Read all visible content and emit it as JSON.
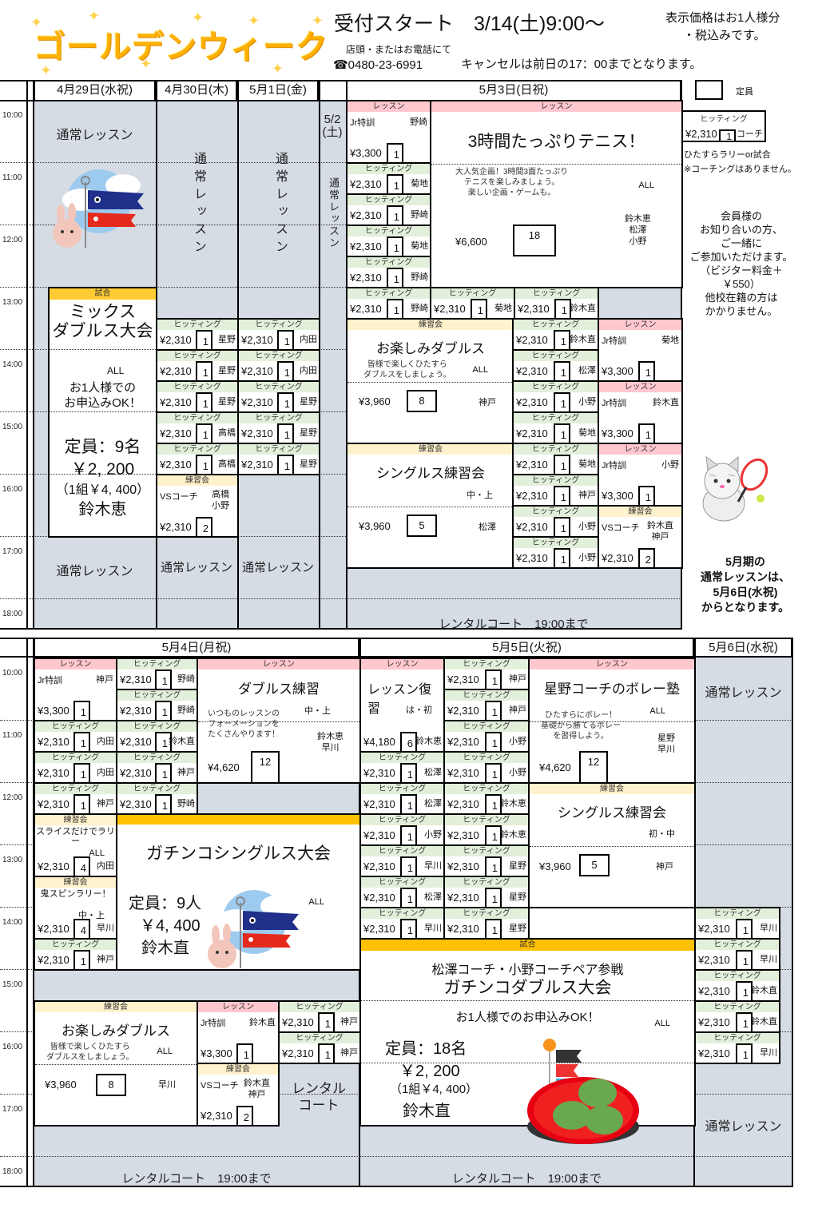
{
  "header": {
    "title": "ゴールデンウィーク",
    "reception": "受付スタート　3/14(土)9:00～",
    "via": "店頭・またはお電話にて",
    "phone": "☎0480-23-6991",
    "price_note_1": "表示価格はお1人様分",
    "price_note_2": "・税込みです。",
    "cancel_note": "キャンセルは前日の17：00までとなります。"
  },
  "legend": {
    "capacity": "定員",
    "hitting_label": "ヒッティング",
    "price": "¥2,310",
    "count": "1",
    "coach": "コーチ",
    "note1": "ひたすらラリーor試合",
    "note2": "※コーチングはありません。"
  },
  "notes": {
    "guest": "会員様の\nお知り合いの方、\nご一緒に\nご参加いただけます。\n（ビジター料金＋\n￥550）\n他校在籍の方は\nかかりません。",
    "may": "5月期の\n通常レッスンは、\n5月6日(水祝)\nからとなります。"
  },
  "times": [
    "10:00",
    "11:00",
    "12:00",
    "13:00",
    "14:00",
    "15:00",
    "16:00",
    "17:00",
    "18:00"
  ],
  "colors": {
    "gray": "#d6dce4",
    "hitting": "#e2efda",
    "lesson": "#ffc7ce",
    "practice": "#fff2cc",
    "tournament": "#ffc000"
  },
  "week1": {
    "days": [
      "4月29日(水祝)",
      "4月30日(木)",
      "5月1日(金)",
      "5月3日(日祝)"
    ],
    "day_5_2": "5/2\n(土)",
    "regular": "通常レッスン",
    "rental": "レンタルコート　19:00まで",
    "blocks": [
      {
        "t": "tA",
        "label": "試合",
        "title": "ミックス\nダブルス大会",
        "level": "ALL",
        "note": "お1人様での\nお申込みOK！",
        "capacity": "定員：9名",
        "price": "￥2, 200",
        "pair": "（1組￥4, 400）",
        "coach": "鈴木恵"
      },
      {
        "t": "hit",
        "label": "ヒッティング",
        "price": "¥2,310",
        "count": "1",
        "coach": "星野"
      },
      {
        "t": "hit",
        "label": "ヒッティング",
        "price": "¥2,310",
        "count": "1",
        "coach": "星野"
      },
      {
        "t": "hit",
        "label": "ヒッティング",
        "price": "¥2,310",
        "count": "1",
        "coach": "星野"
      },
      {
        "t": "hit",
        "label": "ヒッティング",
        "price": "¥2,310",
        "count": "1",
        "coach": "高橋"
      },
      {
        "t": "hit",
        "label": "ヒッティング",
        "price": "¥2,310",
        "count": "1",
        "coach": "高橋"
      },
      {
        "t": "hit",
        "label": "ヒッティング",
        "price": "¥2,310",
        "count": "1",
        "coach": "内田"
      },
      {
        "t": "hit",
        "label": "ヒッティング",
        "price": "¥2,310",
        "count": "1",
        "coach": "内田"
      },
      {
        "t": "hit",
        "label": "ヒッティング",
        "price": "¥2,310",
        "count": "1",
        "coach": "星野"
      },
      {
        "t": "hit",
        "label": "ヒッティング",
        "price": "¥2,310",
        "count": "1",
        "coach": "星野"
      },
      {
        "t": "hit",
        "label": "ヒッティング",
        "price": "¥2,310",
        "count": "1",
        "coach": "星野"
      },
      {
        "t": "vs",
        "label": "練習会",
        "title": "VSコーチ",
        "coaches": "高橋\n小野",
        "price": "¥2,310",
        "count": "2"
      },
      {
        "t": "jr",
        "label": "レッスン",
        "title": "Jr特訓",
        "coach": "野崎",
        "price": "¥3,300",
        "count": "1"
      },
      {
        "t": "hit",
        "label": "ヒッティング",
        "price": "¥2,310",
        "count": "1",
        "coach": "菊地"
      },
      {
        "t": "hit",
        "label": "ヒッティング",
        "price": "¥2,310",
        "count": "1",
        "coach": "野崎"
      },
      {
        "t": "hit",
        "label": "ヒッティング",
        "price": "¥2,310",
        "count": "1",
        "coach": "菊地"
      },
      {
        "t": "hit",
        "label": "ヒッティング",
        "price": "¥2,310",
        "count": "1",
        "coach": "野崎"
      },
      {
        "t": "hit",
        "label": "ヒッティング",
        "price": "¥2,310",
        "count": "1",
        "coach": "野崎"
      },
      {
        "t": "hit",
        "label": "ヒッティング",
        "price": "¥2,310",
        "count": "1",
        "coach": "菊地"
      },
      {
        "t": "hit",
        "label": "ヒッティング",
        "price": "¥2,310",
        "count": "1",
        "coach": "鈴木直"
      },
      {
        "t": "big",
        "label": "レッスン",
        "title": "3時間たっぷりテニス！",
        "desc": "大人気企画！3時間3面たっぷり\nテニスを楽しみましょう。\n楽しい企画・ゲームも。",
        "level": "ALL",
        "coaches": "鈴木恵\n松澤\n小野",
        "price": "¥6,600",
        "capacity": "18"
      },
      {
        "t": "big",
        "label": "練習会",
        "title": "お楽しみダブルス",
        "desc": "皆様で楽しくひたすら\nダブルスをしましょう。",
        "level": "ALL",
        "coaches": "神戸",
        "price": "¥3,960",
        "capacity": "8"
      },
      {
        "t": "big",
        "label": "練習会",
        "title": "シングルス練習会",
        "level": "中・上",
        "coaches": "松澤",
        "price": "¥3,960",
        "capacity": "5"
      },
      {
        "t": "hit",
        "label": "ヒッティング",
        "price": "¥2,310",
        "count": "1",
        "coach": "鈴木直"
      },
      {
        "t": "hit",
        "label": "ヒッティング",
        "price": "¥2,310",
        "count": "1",
        "coach": "松澤"
      },
      {
        "t": "hit",
        "label": "ヒッティング",
        "price": "¥2,310",
        "count": "1",
        "coach": "小野"
      },
      {
        "t": "hit",
        "label": "ヒッティング",
        "price": "¥2,310",
        "count": "1",
        "coach": "菊地"
      },
      {
        "t": "hit",
        "label": "ヒッティング",
        "price": "¥2,310",
        "count": "1",
        "coach": "菊地"
      },
      {
        "t": "hit",
        "label": "ヒッティング",
        "price": "¥2,310",
        "count": "1",
        "coach": "神戸"
      },
      {
        "t": "hit",
        "label": "ヒッティング",
        "price": "¥2,310",
        "count": "1",
        "coach": "小野"
      },
      {
        "t": "hit",
        "label": "ヒッティング",
        "price": "¥2,310",
        "count": "1",
        "coach": "小野"
      },
      {
        "t": "jr",
        "label": "レッスン",
        "title": "Jr特訓",
        "coach": "菊地",
        "price": "¥3,300",
        "count": "1"
      },
      {
        "t": "jr",
        "label": "レッスン",
        "title": "Jr特訓",
        "coach": "鈴木直",
        "price": "¥3,300",
        "count": "1"
      },
      {
        "t": "jr",
        "label": "レッスン",
        "title": "Jr特訓",
        "coach": "小野",
        "price": "¥3,300",
        "count": "1"
      },
      {
        "t": "vs",
        "label": "練習会",
        "title": "VSコーチ",
        "coaches": "鈴木直\n神戸",
        "price": "¥2,310",
        "count": "2"
      }
    ]
  },
  "week2": {
    "days": [
      "5月4日(月祝)",
      "5月5日(火祝)",
      "5月6日(水祝)"
    ],
    "regular": "通常レッスン",
    "rental": "レンタルコート　19:00まで",
    "rental_short": "レンタル\nコート",
    "blocks": [
      {
        "t": "jr",
        "label": "レッスン",
        "title": "Jr特訓",
        "coach": "神戸",
        "price": "¥3,300",
        "count": "1"
      },
      {
        "t": "hit",
        "label": "ヒッティング",
        "price": "¥2,310",
        "count": "1",
        "coach": "内田"
      },
      {
        "t": "hit",
        "label": "ヒッティング",
        "price": "¥2,310",
        "count": "1",
        "coach": "内田"
      },
      {
        "t": "hit",
        "label": "ヒッティング",
        "price": "¥2,310",
        "count": "1",
        "coach": "神戸"
      },
      {
        "t": "pr",
        "label": "練習会",
        "desc": "スライスだけでラリー",
        "level": "ALL",
        "price": "¥2,310",
        "count": "4",
        "coach": "内田"
      },
      {
        "t": "pr",
        "label": "練習会",
        "desc": "鬼スピンラリー！",
        "level": "中・上",
        "price": "¥2,310",
        "count": "4",
        "coach": "早川"
      },
      {
        "t": "hit",
        "label": "ヒッティング",
        "price": "¥2,310",
        "count": "1",
        "coach": "神戸"
      },
      {
        "t": "hit",
        "label": "ヒッティング",
        "price": "¥2,310",
        "count": "1",
        "coach": "野崎"
      },
      {
        "t": "hit",
        "label": "ヒッティング",
        "price": "¥2,310",
        "count": "1",
        "coach": "野崎"
      },
      {
        "t": "hit",
        "label": "ヒッティング",
        "price": "¥2,310",
        "count": "1",
        "coach": "鈴木直"
      },
      {
        "t": "hit",
        "label": "ヒッティング",
        "price": "¥2,310",
        "count": "1",
        "coach": "神戸"
      },
      {
        "t": "hit",
        "label": "ヒッティング",
        "price": "¥2,310",
        "count": "1",
        "coach": "野崎"
      },
      {
        "t": "big",
        "label": "レッスン",
        "title": "ダブルス練習",
        "desc": "いつものレッスンの\nフォーメーションを\nたくさんやります！",
        "level": "中・上",
        "coaches": "鈴木恵\n早川",
        "price": "¥4,620",
        "capacity": "12"
      },
      {
        "t": "tB",
        "title": "ガチンコシングルス大会",
        "capacity": "定員：9人",
        "price": "￥4, 400",
        "coach": "鈴木直",
        "level": "ALL"
      },
      {
        "t": "big",
        "label": "練習会",
        "title": "お楽しみダブルス",
        "desc": "皆様で楽しくひたすら\nダブルスをしましょう。",
        "level": "ALL",
        "coaches": "早川",
        "price": "¥3,960",
        "capacity": "8"
      },
      {
        "t": "jr",
        "label": "レッスン",
        "title": "Jr特訓",
        "coach": "鈴木直",
        "price": "¥3,300",
        "count": "1"
      },
      {
        "t": "hit",
        "label": "ヒッティング",
        "price": "¥2,310",
        "count": "1",
        "coach": "神戸"
      },
      {
        "t": "hit",
        "label": "ヒッティング",
        "price": "¥2,310",
        "count": "1",
        "coach": "神戸"
      },
      {
        "t": "vs",
        "label": "練習会",
        "title": "VSコーチ",
        "coaches": "鈴木直\n神戸",
        "price": "¥2,310",
        "count": "2"
      },
      {
        "t": "rev",
        "label": "レッスン",
        "title": "レッスン復習",
        "level": "は・初",
        "price": "¥4,180",
        "count": "6",
        "coach": "鈴木恵"
      },
      {
        "t": "hit",
        "label": "ヒッティング",
        "price": "¥2,310",
        "count": "1",
        "coach": "松澤"
      },
      {
        "t": "hit",
        "label": "ヒッティング",
        "price": "¥2,310",
        "count": "1",
        "coach": "松澤"
      },
      {
        "t": "hit",
        "label": "ヒッティング",
        "price": "¥2,310",
        "count": "1",
        "coach": "小野"
      },
      {
        "t": "hit",
        "label": "ヒッティング",
        "price": "¥2,310",
        "count": "1",
        "coach": "早川"
      },
      {
        "t": "hit",
        "label": "ヒッティング",
        "price": "¥2,310",
        "count": "1",
        "coach": "松澤"
      },
      {
        "t": "hit",
        "label": "ヒッティング",
        "price": "¥2,310",
        "count": "1",
        "coach": "早川"
      },
      {
        "t": "hit",
        "label": "ヒッティング",
        "price": "¥2,310",
        "count": "1",
        "coach": "神戸"
      },
      {
        "t": "hit",
        "label": "ヒッティング",
        "price": "¥2,310",
        "count": "1",
        "coach": "神戸"
      },
      {
        "t": "hit",
        "label": "ヒッティング",
        "price": "¥2,310",
        "count": "1",
        "coach": "小野"
      },
      {
        "t": "hit",
        "label": "ヒッティング",
        "price": "¥2,310",
        "count": "1",
        "coach": "小野"
      },
      {
        "t": "hit",
        "label": "ヒッティング",
        "price": "¥2,310",
        "count": "1",
        "coach": "鈴木恵"
      },
      {
        "t": "hit",
        "label": "ヒッティング",
        "price": "¥2,310",
        "count": "1",
        "coach": "鈴木恵"
      },
      {
        "t": "hit",
        "label": "ヒッティング",
        "price": "¥2,310",
        "count": "1",
        "coach": "星野"
      },
      {
        "t": "hit",
        "label": "ヒッティング",
        "price": "¥2,310",
        "count": "1",
        "coach": "星野"
      },
      {
        "t": "hit",
        "label": "ヒッティング",
        "price": "¥2,310",
        "count": "1",
        "coach": "星野"
      },
      {
        "t": "big",
        "label": "レッスン",
        "title": "星野コーチのボレー塾",
        "desc": "ひたすらにボレー！\n基礎から勝てるボレー\nを習得しよう。",
        "level": "ALL",
        "coaches": "星野\n早川",
        "price": "¥4,620",
        "capacity": "12"
      },
      {
        "t": "big",
        "label": "練習会",
        "title": "シングルス練習会",
        "level": "初・中",
        "coaches": "神戸",
        "price": "¥3,960",
        "capacity": "5"
      },
      {
        "t": "empty"
      },
      {
        "t": "tC",
        "label": "試合",
        "subtitle": "松澤コーチ・小野コーチペア参戦",
        "title": "ガチンコダブルス大会",
        "note": "お1人様でのお申込みOK！",
        "level": "ALL",
        "capacity": "定員：18名",
        "price": "￥2, 200",
        "pair": "（1組￥4, 400）",
        "coach": "鈴木直"
      },
      {
        "t": "hit",
        "label": "ヒッティング",
        "price": "¥2,310",
        "count": "1",
        "coach": "早川"
      },
      {
        "t": "hit",
        "label": "ヒッティング",
        "price": "¥2,310",
        "count": "1",
        "coach": "早川"
      },
      {
        "t": "hit",
        "label": "ヒッティング",
        "price": "¥2,310",
        "count": "1",
        "coach": "鈴木直"
      },
      {
        "t": "hit",
        "label": "ヒッティング",
        "price": "¥2,310",
        "count": "1",
        "coach": "鈴木直"
      },
      {
        "t": "hit",
        "label": "ヒッティング",
        "price": "¥2,310",
        "count": "1",
        "coach": "早川"
      }
    ]
  }
}
